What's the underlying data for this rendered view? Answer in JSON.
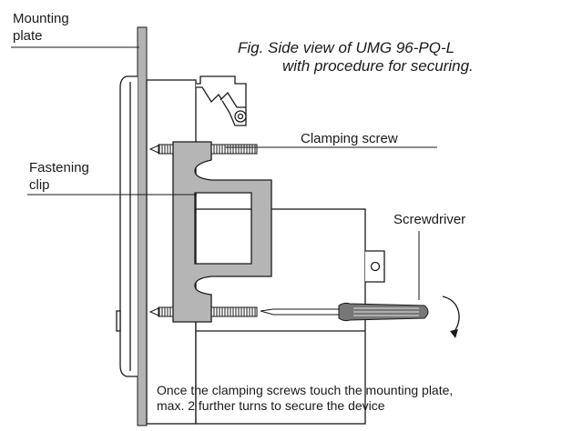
{
  "caption": {
    "line1": "Fig.  Side view of UMG 96-PQ-L",
    "line2": "with procedure for securing."
  },
  "labels": {
    "mounting_plate_1": "Mounting",
    "mounting_plate_2": "plate",
    "fastening_clip_1": "Fastening",
    "fastening_clip_2": "clip",
    "clamping_screw": "Clamping screw",
    "screwdriver": "Screwdriver"
  },
  "note": {
    "line1": "Once the clamping screws touch the mounting plate,",
    "line2": "max. 2 further turns to secure the device"
  },
  "colors": {
    "line": "#1a1a1a",
    "plate": "#b3b3b3",
    "clip": "#b5b5b5",
    "housing": "#ffffff",
    "handle": "#777777"
  },
  "icons": {
    "rotation": "curved-arrow-icon"
  }
}
